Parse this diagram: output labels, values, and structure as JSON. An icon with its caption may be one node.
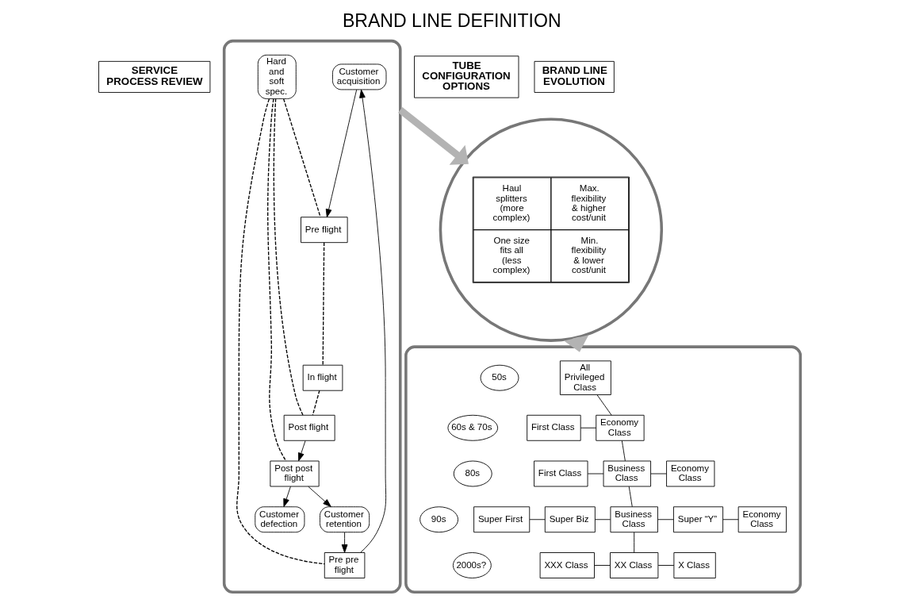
{
  "diagram": {
    "title": "BRAND LINE DEFINITION",
    "nodes": [
      {
        "text": [
          "SERVICE PROCESS REVIEW"
        ]
      },
      {
        "text": [],
        "shape": "ellipse"
      },
      {
        "text": [
          "Customer acquisition"
        ],
        "in": 1
      },
      {
        "text": [
          "Pre pre flight"
        ],
        "in": 1
      },
      {
        "text": [
          "Hard and soft spec."
        ],
        "in": 1
      },
      {
        "text": [
          "Pre flight"
        ],
        "in": 1
      },
      {
        "text": [
          "Customer defection"
        ],
        "in": 1
      },
      {
        "text": [
          "In flight"
        ],
        "in": 1
      },
      {
        "text": [
          "Customer retention"
        ],
        "in": 1
      },
      {
        "text": [
          "Post flight"
        ],
        "in": 1
      },
      {
        "text": [
          "Post post flight"
        ],
        "in": 1
      },
      {
        "text": [
          "TUBE CONFIGURATION OPTIONS"
        ]
      },
      {
        "text": [],
        "shape": "circle"
      },
      {
        "text": [
          "BRAND LINE EVOLUTION"
        ]
      },
      {
        "text": [],
        "shape": "ellipse"
      },
      {
        "text": [
          "All Privileged Class"
        ],
        "in": 14
      },
      {
        "text": [
          "50s"
        ],
        "in": 14
      },
      {
        "text": [
          "First Class"
        ],
        "in": 14
      },
      {
        "text": [
          "Economy Class"
        ],
        "in": 14
      },
      {
        "text": [
          "60s & 70s"
        ],
        "in": 14
      },
      {
        "text": [
          "First Class"
        ],
        "in": 14
      },
      {
        "text": [
          "Business Class"
        ],
        "in": 14
      },
      {
        "text": [
          "Economy Class"
        ],
        "in": 14
      },
      {
        "text": [
          "80s"
        ],
        "in": 14
      },
      {
        "text": [
          "Super First"
        ],
        "in": 14
      },
      {
        "text": [
          "Super Biz"
        ],
        "in": 14
      },
      {
        "text": [
          "Business Class"
        ],
        "in": 14
      },
      {
        "text": [
          "Super “Y”"
        ],
        "in": 14
      },
      {
        "text": [
          "Economy Class"
        ],
        "in": 14
      },
      {
        "text": [
          "90s"
        ],
        "in": 14
      },
      {
        "text": [
          "XXX Class"
        ],
        "in": 14
      },
      {
        "text": [
          "XX Class"
        ],
        "in": 14
      },
      {
        "text": [
          "X Class"
        ],
        "in": 14
      },
      {
        "text": [
          "2000s?"
        ],
        "in": 14
      }
    ],
    "edges": [
      {
        "from": 3,
        "to": 2,
        "arrow": "to"
      },
      {
        "from": 2,
        "to": 5,
        "arrow": "to"
      },
      {
        "from": 4,
        "to": 3,
        "arrow": "none",
        "style": "dashed"
      },
      {
        "from": 4,
        "to": 5,
        "arrow": "none",
        "style": "dashed"
      },
      {
        "from": 5,
        "to": 7,
        "arrow": "none",
        "style": "dashed"
      },
      {
        "from": 7,
        "to": 9,
        "arrow": "none",
        "style": "dashed"
      },
      {
        "from": 4,
        "to": 9,
        "arrow": "none",
        "style": "dashed"
      },
      {
        "from": 4,
        "to": 10,
        "arrow": "none",
        "style": "dashed"
      },
      {
        "from": 9,
        "to": 10,
        "arrow": "to"
      },
      {
        "from": 10,
        "to": 8,
        "arrow": "to"
      },
      {
        "from": 10,
        "to": 6,
        "arrow": "to"
      },
      {
        "from": 8,
        "to": 3,
        "arrow": "to"
      },
      {
        "from": 1,
        "to": 12,
        "arrow": "to",
        "style": "thick",
        "color": "#b3b3b3"
      },
      {
        "from": 12,
        "to": 14,
        "arrow": "to",
        "style": "thick",
        "color": "#b3b3b3"
      },
      {
        "from": 15,
        "to": 18,
        "arrow": "none"
      },
      {
        "from": 17,
        "to": 18,
        "arrow": "none"
      },
      {
        "from": 18,
        "to": 21,
        "arrow": "none"
      },
      {
        "from": 20,
        "to": 21,
        "arrow": "none"
      },
      {
        "from": 21,
        "to": 22,
        "arrow": "none"
      },
      {
        "from": 21,
        "to": 26,
        "arrow": "none"
      },
      {
        "from": 24,
        "to": 25,
        "arrow": "none"
      },
      {
        "from": 25,
        "to": 26,
        "arrow": "none"
      },
      {
        "from": 26,
        "to": 27,
        "arrow": "none"
      },
      {
        "from": 27,
        "to": 28,
        "arrow": "none"
      },
      {
        "from": 26,
        "to": 31,
        "arrow": "none"
      },
      {
        "from": 30,
        "to": 31,
        "arrow": "none"
      },
      {
        "from": 31,
        "to": 32,
        "arrow": "none"
      }
    ],
    "labels": [
      "Haul splitters (more complex)",
      "Max. flexibility & higher cost/unit",
      "One size fits all (less complex)",
      "Min. flexibility & lower cost/unit"
    ]
  }
}
